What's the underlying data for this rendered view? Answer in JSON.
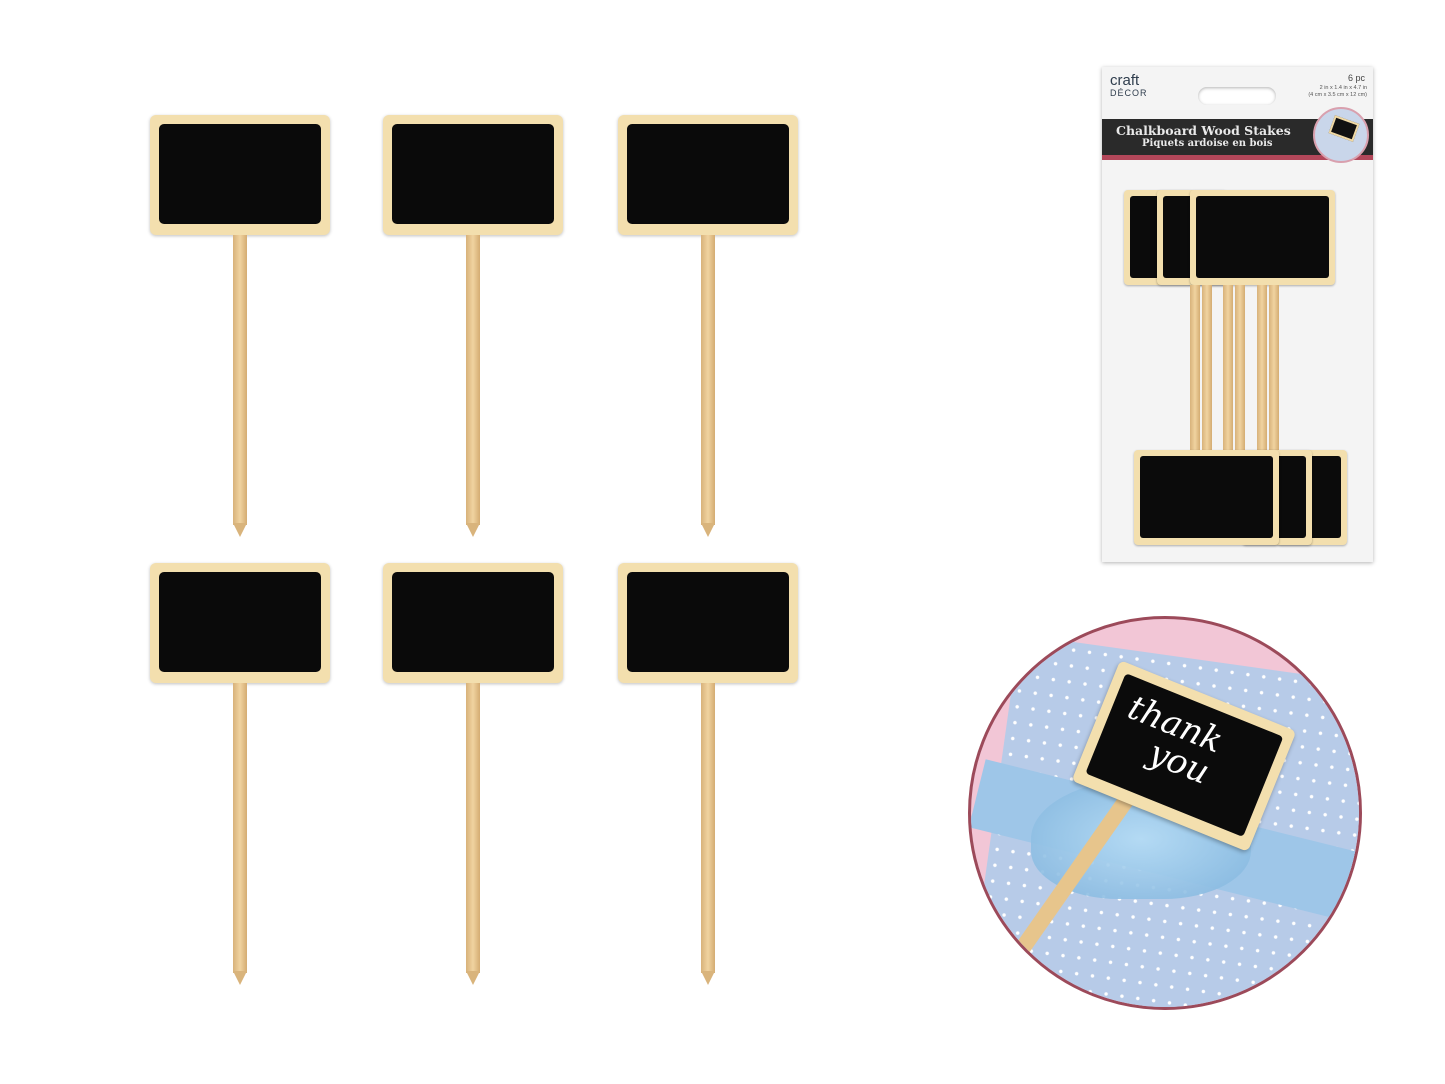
{
  "product_photo": {
    "stakes_shown": 6,
    "colors": {
      "chalkboard": "#0a0a0a",
      "wood": "#f3dfae"
    }
  },
  "package": {
    "brand": "craft",
    "brand_sub": "DÉCOR",
    "count": "6 pc",
    "dims_imperial": "2 in x 1.4 in x 4.7 in",
    "dims_metric": "(4 cm x 3.5 cm x 12 cm)",
    "title_en": "Chalkboard Wood Stakes",
    "title_fr": "Piquets ardoise en bois",
    "colors": {
      "band": "#2a2a2a",
      "accent": "#b3475a"
    }
  },
  "lifestyle": {
    "sign_line1": "thank",
    "sign_line2": "you"
  }
}
